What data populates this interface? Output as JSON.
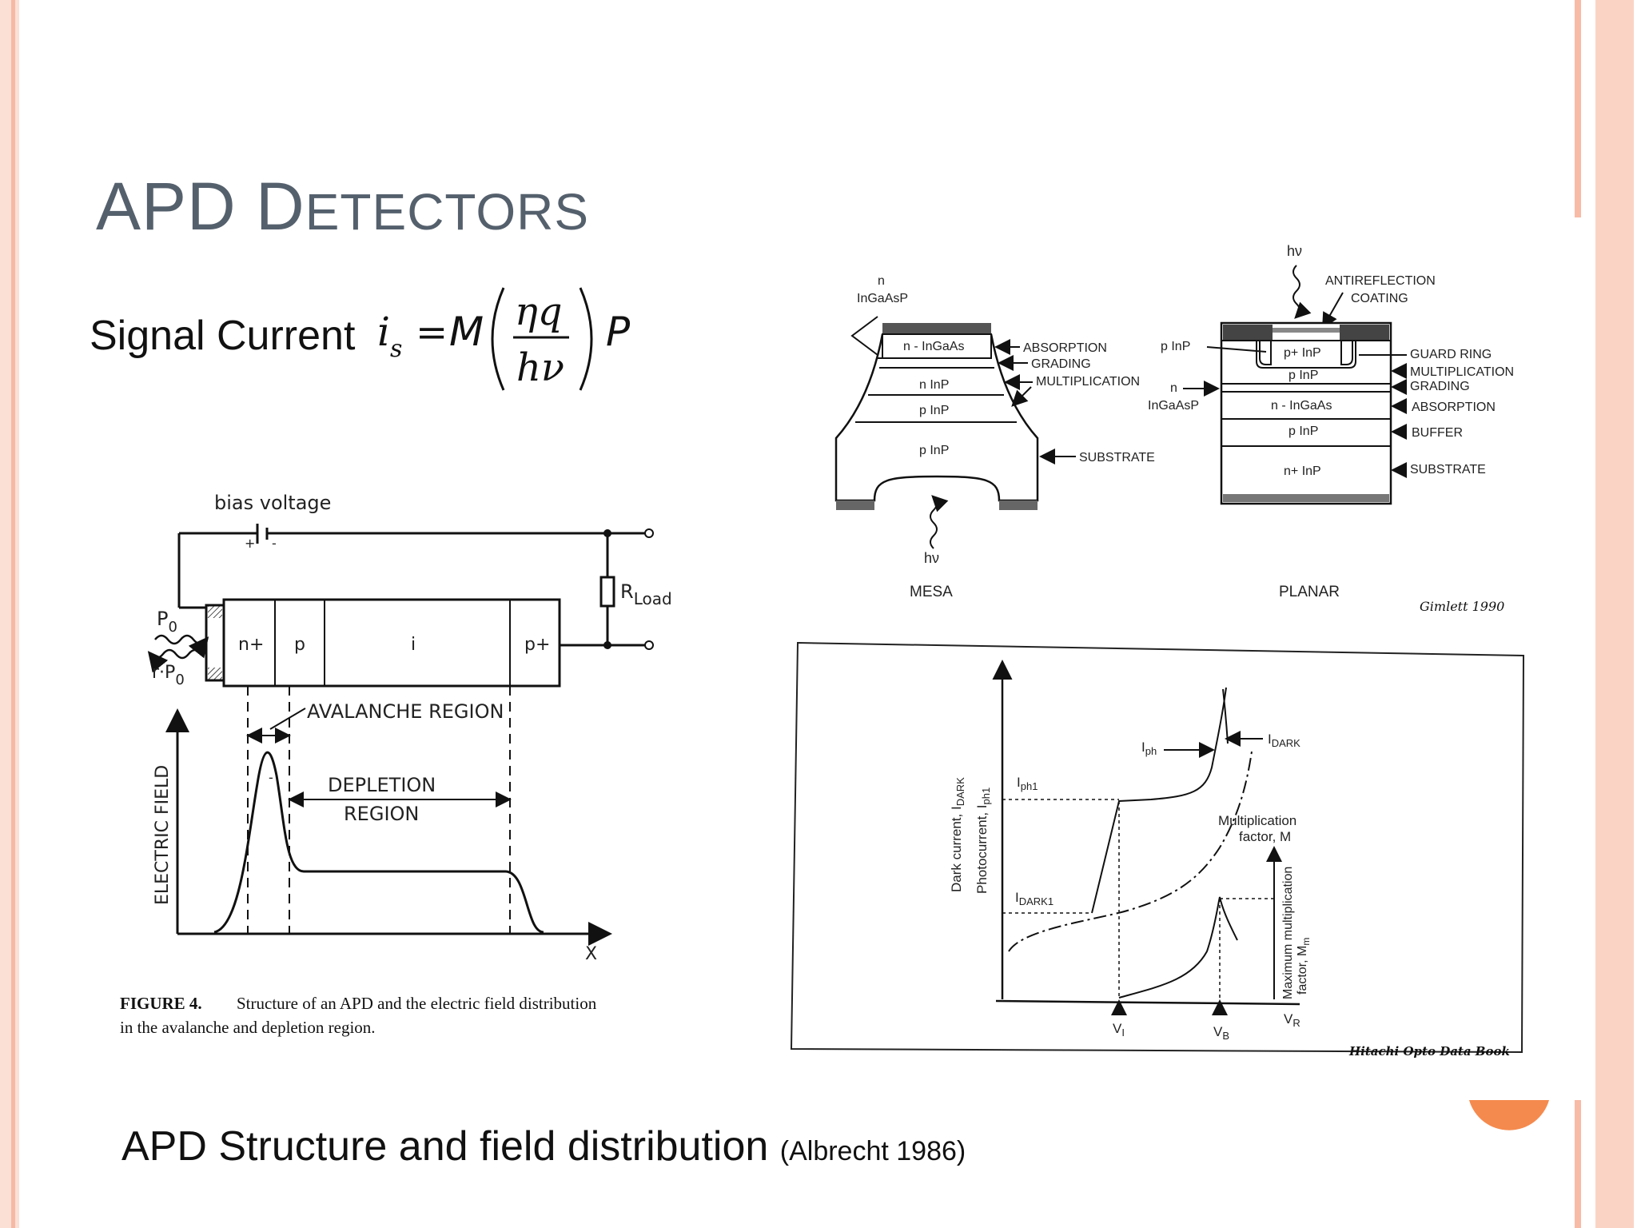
{
  "slide": {
    "title_first": "APD D",
    "title_rest": "ETECTORS",
    "formula_label": "Signal Current",
    "caption_main": "APD Structure and field distribution",
    "caption_ref": "(Albrecht 1986)"
  },
  "figure4": {
    "bias_voltage": "bias voltage",
    "r_load": "R",
    "r_load_sub": "Load",
    "p0": "P",
    "p0_sub": "0",
    "rp0": "r·P",
    "rp0_sub": "0",
    "layers": [
      "n+",
      "p",
      "i",
      "p+"
    ],
    "avalanche_region": "AVALANCHE REGION",
    "depletion_region_1": "DEPLETION",
    "depletion_region_2": "REGION",
    "y_axis": "ELECTRIC FIELD",
    "x_axis": "X",
    "caption_num": "FIGURE 4.",
    "caption_line1": "Structure of an APD and the electric field distribution",
    "caption_line2": "in the avalanche and depletion region."
  },
  "mesa": {
    "top_label_1": "n",
    "top_label_2": "InGaAsP",
    "layers": [
      "n - InGaAs",
      "n InP",
      "p InP",
      "p InP"
    ],
    "right_labels": [
      "ABSORPTION",
      "GRADING",
      "MULTIPLICATION",
      "SUBSTRATE"
    ],
    "hv": "hν",
    "name": "MESA"
  },
  "planar": {
    "hv": "hν",
    "antireflection_1": "ANTIREFLECTION",
    "antireflection_2": "COATING",
    "left_labels": [
      "p InP",
      "n",
      "InGaAsP"
    ],
    "layers": [
      "p+ InP",
      "p InP",
      "n - InGaAs",
      "p InP",
      "n+ InP"
    ],
    "right_labels": [
      "GUARD RING",
      "MULTIPLICATION",
      "GRADING",
      "ABSORPTION",
      "BUFFER",
      "SUBSTRATE"
    ],
    "name": "PLANAR",
    "credit": "Gimlett 1990"
  },
  "plot": {
    "y_label_1": "Dark current, I",
    "y_label_1_sub": "DARK",
    "y_label_2": "Photocurrent, I",
    "y_label_2_sub": "ph1",
    "iph1": "I",
    "iph1_sub": "ph1",
    "iph": "I",
    "iph_sub": "ph",
    "idark": "I",
    "idark_sub": "DARK",
    "idark1": "I",
    "idark1_sub": "DARK1",
    "mult_1": "Multiplication",
    "mult_2": "factor, M",
    "max_mult_1": "Maximum multiplication",
    "max_mult_2": "factor, M",
    "max_mult_sub": "m",
    "v1": "V",
    "v1_sub": "I",
    "vb": "V",
    "vb_sub": "B",
    "vr": "V",
    "vr_sub": "R",
    "credit": "Hitachi Opto Data Book"
  }
}
